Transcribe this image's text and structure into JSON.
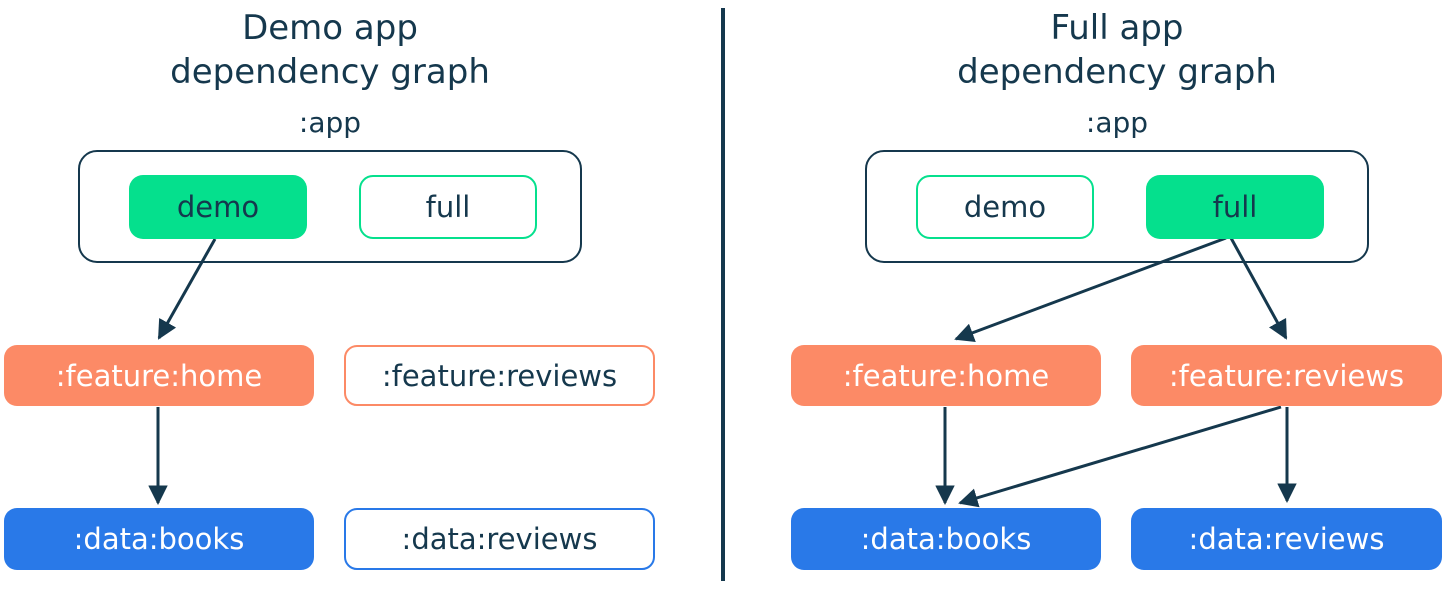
{
  "colors": {
    "ink_navy": "#15384D",
    "accent_green": "#05E08D",
    "accent_salmon": "#FC8A66",
    "accent_blue": "#2979E8",
    "background": "#FFFFFF"
  },
  "panels": [
    {
      "title_line1": "Demo app",
      "title_line2": "dependency graph",
      "app_label": ":app",
      "variants": [
        {
          "label": "demo",
          "active": true
        },
        {
          "label": "full",
          "active": false
        }
      ],
      "modules": [
        {
          "label": ":feature:home",
          "type": "feature",
          "active": true
        },
        {
          "label": ":feature:reviews",
          "type": "feature",
          "active": false
        },
        {
          "label": ":data:books",
          "type": "data",
          "active": true
        },
        {
          "label": ":data:reviews",
          "type": "data",
          "active": false
        }
      ],
      "edges": [
        {
          "from": "demo",
          "to": ":feature:home"
        },
        {
          "from": ":feature:home",
          "to": ":data:books"
        }
      ]
    },
    {
      "title_line1": "Full app",
      "title_line2": "dependency graph",
      "app_label": ":app",
      "variants": [
        {
          "label": "demo",
          "active": false
        },
        {
          "label": "full",
          "active": true
        }
      ],
      "modules": [
        {
          "label": ":feature:home",
          "type": "feature",
          "active": true
        },
        {
          "label": ":feature:reviews",
          "type": "feature",
          "active": true
        },
        {
          "label": ":data:books",
          "type": "data",
          "active": true
        },
        {
          "label": ":data:reviews",
          "type": "data",
          "active": true
        }
      ],
      "edges": [
        {
          "from": "full",
          "to": ":feature:home"
        },
        {
          "from": "full",
          "to": ":feature:reviews"
        },
        {
          "from": ":feature:home",
          "to": ":data:books"
        },
        {
          "from": ":feature:reviews",
          "to": ":data:books"
        },
        {
          "from": ":feature:reviews",
          "to": ":data:reviews"
        }
      ]
    }
  ]
}
